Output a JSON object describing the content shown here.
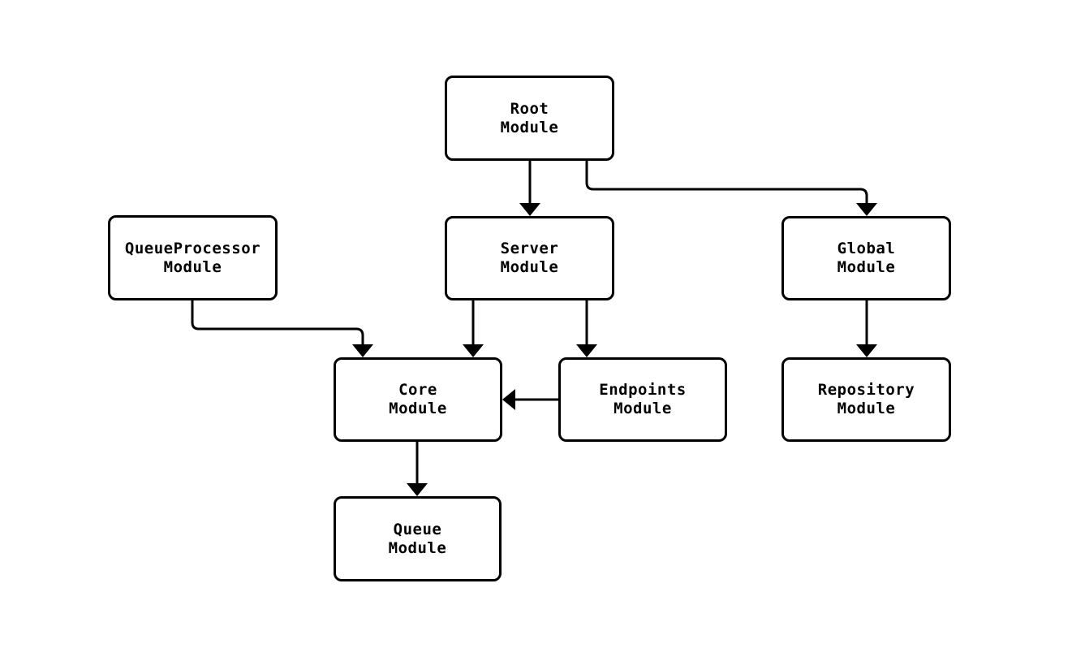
{
  "diagram": {
    "background_color": "#ffffff",
    "line_color": "#000000",
    "text_color": "#000000",
    "nodes": [
      {
        "id": "root",
        "line1": "Root",
        "line2": "Module"
      },
      {
        "id": "queueprocessor",
        "line1": "QueueProcessor",
        "line2": "Module"
      },
      {
        "id": "server",
        "line1": "Server",
        "line2": "Module"
      },
      {
        "id": "global",
        "line1": "Global",
        "line2": "Module"
      },
      {
        "id": "core",
        "line1": "Core",
        "line2": "Module"
      },
      {
        "id": "endpoints",
        "line1": "Endpoints",
        "line2": "Module"
      },
      {
        "id": "repository",
        "line1": "Repository",
        "line2": "Module"
      },
      {
        "id": "queue",
        "line1": "Queue",
        "line2": "Module"
      }
    ],
    "edges": [
      {
        "from": "Root Module",
        "to": "Server Module"
      },
      {
        "from": "Root Module",
        "to": "Global Module"
      },
      {
        "from": "QueueProcessor Module",
        "to": "Core Module"
      },
      {
        "from": "Server Module",
        "to": "Core Module"
      },
      {
        "from": "Server Module",
        "to": "Endpoints Module"
      },
      {
        "from": "Endpoints Module",
        "to": "Core Module"
      },
      {
        "from": "Global Module",
        "to": "Repository Module"
      },
      {
        "from": "Core Module",
        "to": "Queue Module"
      }
    ]
  }
}
